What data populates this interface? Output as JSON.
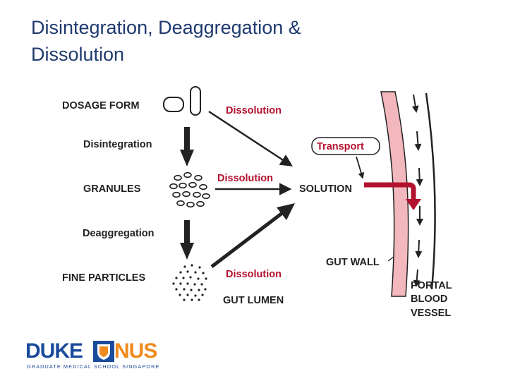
{
  "slide": {
    "title_line1": "Disintegration, Deaggregation &",
    "title_line2": "Dissolution"
  },
  "diagram": {
    "stages": {
      "dosage_form": "DOSAGE FORM",
      "disintegration": "Disintegration",
      "granules": "GRANULES",
      "deaggregation": "Deaggregation",
      "fine_particles": "FINE PARTICLES"
    },
    "dissolution_labels": [
      "Dissolution",
      "Dissolution",
      "Dissolution"
    ],
    "solution": "SOLUTION",
    "transport": "Transport",
    "gut_wall": "GUT WALL",
    "gut_lumen": "GUT LUMEN",
    "portal_blood_vessel": [
      "PORTAL",
      "BLOOD",
      "VESSEL"
    ],
    "colors": {
      "accent_red": "#b3122e",
      "gut_wall_fill": "#f2b8bd",
      "ink": "#222222",
      "title_blue": "#1f3a6e"
    }
  },
  "logo": {
    "duke": "DUKE",
    "nus": "NUS",
    "subtitle": "GRADUATE MEDICAL SCHOOL SINGAPORE"
  }
}
